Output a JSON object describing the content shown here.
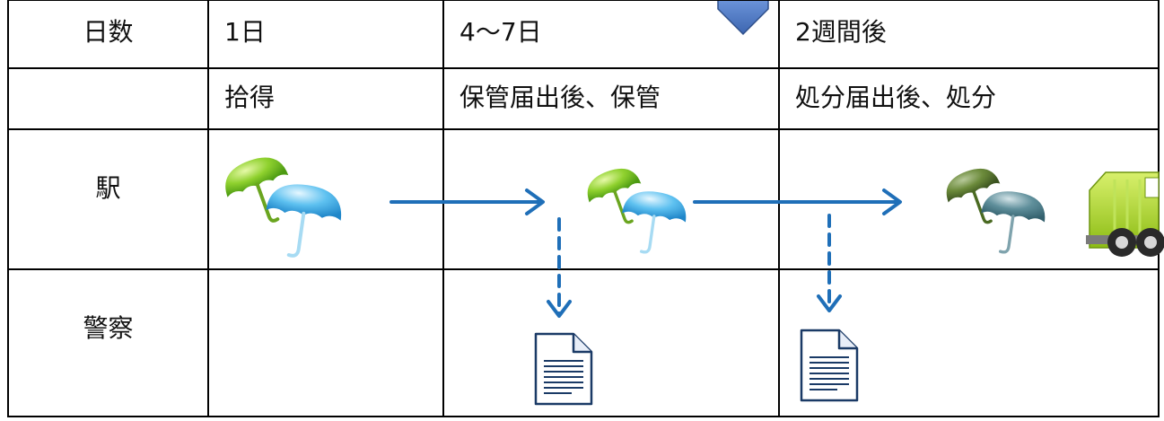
{
  "table": {
    "header": {
      "row_label": "日数",
      "columns": [
        "1日",
        "4〜7日",
        "2週間後"
      ]
    },
    "action_row": {
      "row_label": "",
      "cells": [
        "拾得",
        "保管届出後、保管",
        "処分届出後、処分"
      ]
    },
    "rows": [
      {
        "label": "駅"
      },
      {
        "label": "警察"
      }
    ]
  },
  "colors": {
    "grid_line": "#000000",
    "arrow": "#1f6fb8",
    "pointer_tab": "#4a76c2",
    "umbrella_green": "#7bc22a",
    "umbrella_blue": "#4fb3e8",
    "umbrella_dark_green": "#556b2f",
    "umbrella_dark_blue": "#4e7b87",
    "truck_green": "#a5d61e"
  },
  "icons": [
    "umbrella-pair-icon",
    "document-icon",
    "garbage-truck-icon"
  ]
}
